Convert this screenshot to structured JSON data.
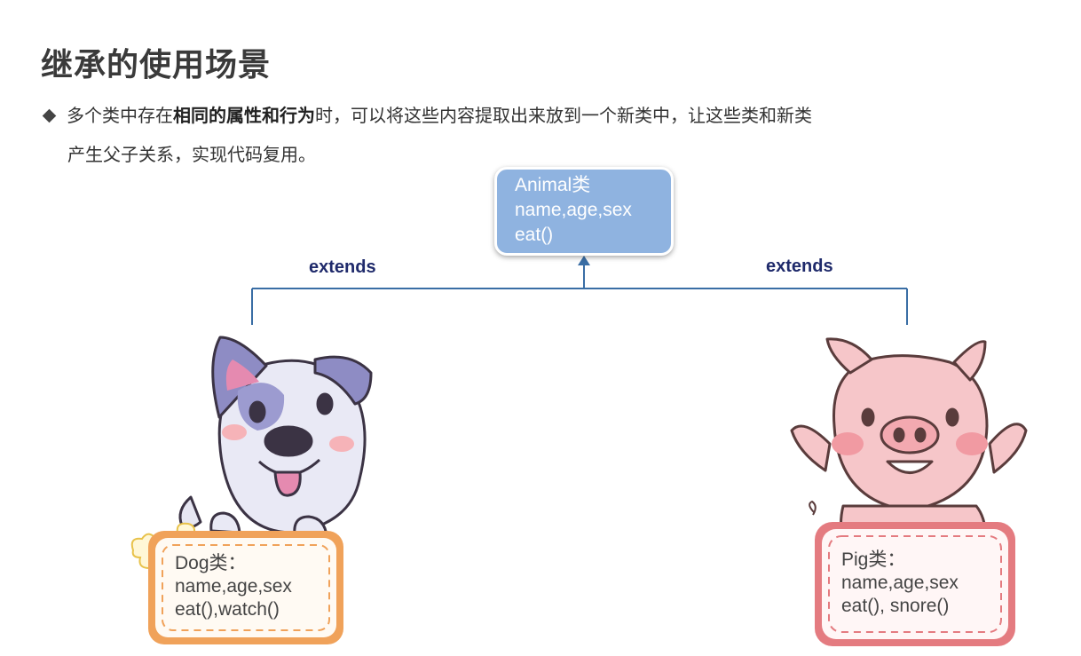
{
  "title": "继承的使用场景",
  "bullet": {
    "prefix": "多个类中存在",
    "emphasis": "相同的属性和行为",
    "suffix": "时，可以将这些内容提取出来放到一个新类中，让这些类和新类",
    "line2": "产生父子关系，实现代码复用。"
  },
  "parent": {
    "name": "Animal类",
    "fields": "name,age,sex",
    "methods": "eat()"
  },
  "edges": {
    "left_label": "extends",
    "right_label": "extends"
  },
  "children": {
    "dog": {
      "name": "Dog类：",
      "fields": "name,age,sex",
      "methods": "eat(),watch()"
    },
    "pig": {
      "name": "Pig类：",
      "fields": "name,age,sex",
      "methods": "eat(), snore()"
    }
  },
  "colors": {
    "parent_box": "#8fb3e0",
    "connector": "#3a6ea5",
    "dog_card": "#f0a25a",
    "pig_card": "#e47b80"
  }
}
